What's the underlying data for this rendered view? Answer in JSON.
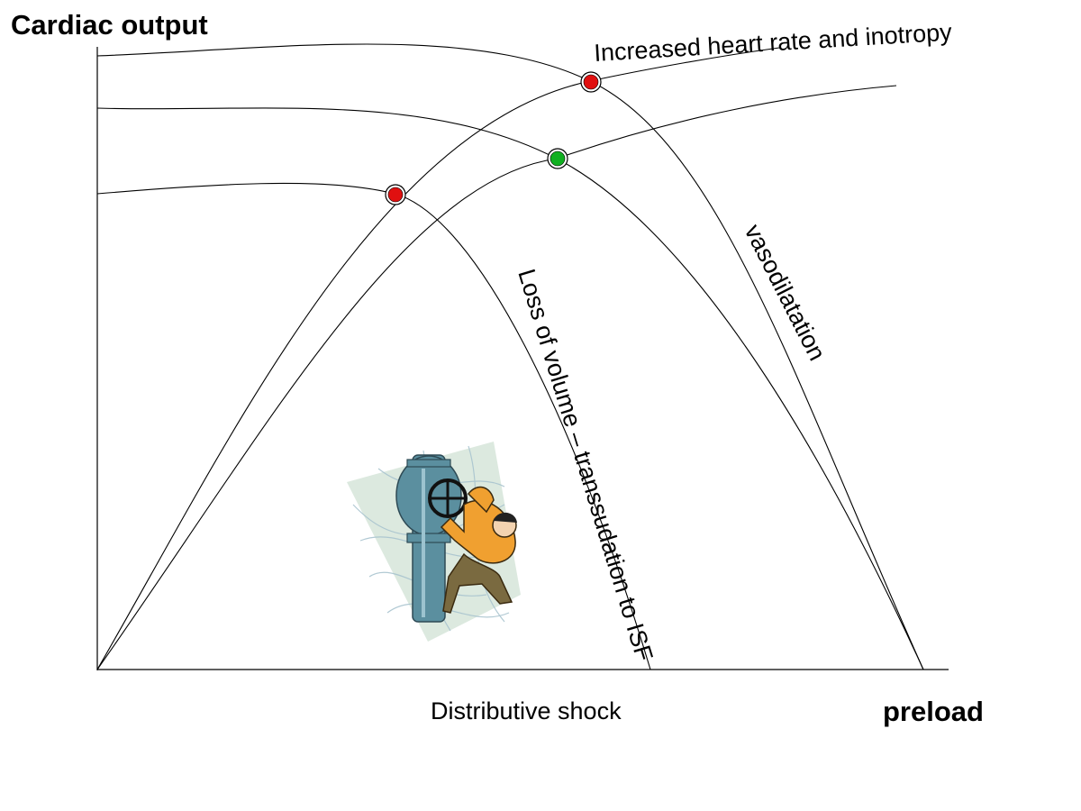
{
  "labels": {
    "y_axis": "Cardiac output",
    "x_axis": "preload",
    "caption": "Distributive shock",
    "inotropy": "Increased heart rate and inotropy",
    "vasodilatation": "vasodilatation",
    "volume_loss": "Loss of volume – transsudation to ISF"
  },
  "colors": {
    "marker_red": "#e01010",
    "marker_green": "#10b020",
    "pipe": "#5b8f9f",
    "worker_shirt": "#f0a030",
    "worker_pants": "#7a6a40",
    "paper": "#dce9df"
  },
  "markers": [
    {
      "name": "intersection-marker-upper",
      "color": "red"
    },
    {
      "name": "intersection-marker-normal",
      "color": "green"
    },
    {
      "name": "intersection-marker-lower",
      "color": "red"
    }
  ],
  "clipart": {
    "icon": "worker-turning-valve-icon"
  }
}
